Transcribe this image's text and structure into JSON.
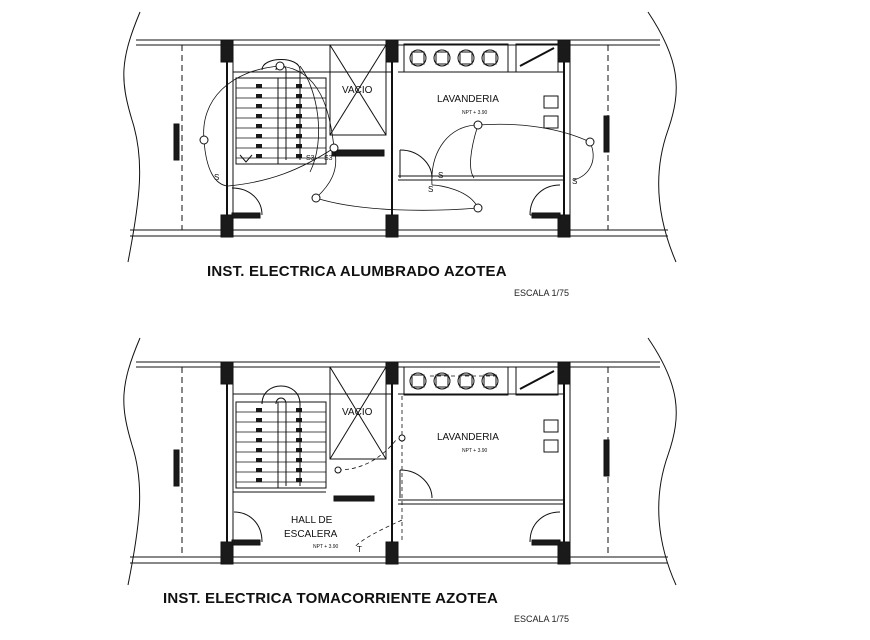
{
  "plans": [
    {
      "title": "INST. ELECTRICA ALUMBRADO AZOTEA",
      "scale": "ESCALA 1/75",
      "room_vacio": "VACIO",
      "room_lavanderia": "LAVANDERIA",
      "level_lavanderia": "NPT + 3.90",
      "switch_label": "S",
      "switch3_label": "S3",
      "switch3_label_b": "S3",
      "hall_label_1": "",
      "hall_label_2": "",
      "level_hall": ""
    },
    {
      "title": "INST. ELECTRICA TOMACORRIENTE AZOTEA",
      "scale": "ESCALA 1/75",
      "room_vacio": "VACIO",
      "room_lavanderia": "LAVANDERIA",
      "level_lavanderia": "NPT + 3.90",
      "hall_label_1": "HALL DE",
      "hall_label_2": "ESCALERA",
      "level_hall": "NPT + 3.90",
      "outlet_label": "T"
    }
  ],
  "colors": {
    "line": "#111111",
    "fill": "#1a1a1a",
    "paper": "#ffffff"
  }
}
